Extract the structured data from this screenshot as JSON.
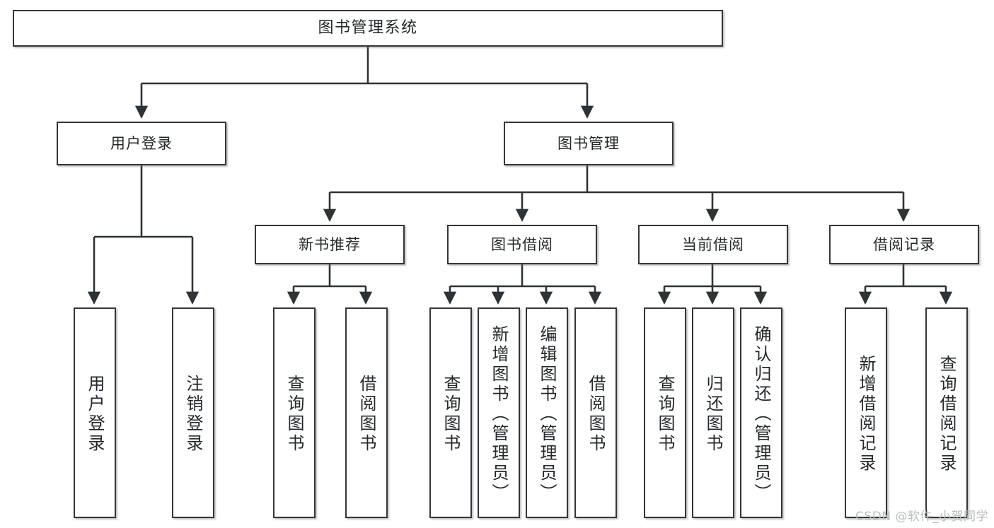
{
  "diagram": {
    "title": "图书管理系统",
    "watermark": "CSDN @软件_小贺同学",
    "colors": {
      "box_border": "#33373b",
      "box_fill": "#ffffff",
      "edge": "#2f3336",
      "text": "#24282c",
      "watermark": "#b9bcc0",
      "background": "#ffffff"
    },
    "levels": {
      "root": "图书管理系统",
      "level2": [
        "用户登录",
        "图书管理"
      ],
      "level3": [
        "新书推荐",
        "图书借阅",
        "当前借阅",
        "借阅记录"
      ]
    },
    "nodes": {
      "root": {
        "label": "图书管理系统"
      },
      "user_login": {
        "label": "用户登录"
      },
      "book_manage": {
        "label": "图书管理"
      },
      "new_book_rec": {
        "label": "新书推荐"
      },
      "book_borrow": {
        "label": "图书借阅"
      },
      "current_borrow": {
        "label": "当前借阅"
      },
      "borrow_record": {
        "label": "借阅记录"
      },
      "leaf_user_login": {
        "label": "用户登录"
      },
      "leaf_logout": {
        "label": "注销登录"
      },
      "leaf_query_book_1": {
        "label": "查询图书"
      },
      "leaf_borrow_book_1": {
        "label": "借阅图书"
      },
      "leaf_query_book_2": {
        "label": "查询图书"
      },
      "leaf_add_book": {
        "label": "新增图书（管理员）"
      },
      "leaf_edit_book": {
        "label": "编辑图书（管理员）"
      },
      "leaf_borrow_book_2": {
        "label": "借阅图书"
      },
      "leaf_query_book_3": {
        "label": "查询图书"
      },
      "leaf_return_book": {
        "label": "归还图书"
      },
      "leaf_confirm_return": {
        "label": "确认归还（管理员）"
      },
      "leaf_add_record": {
        "label": "新增借阅记录"
      },
      "leaf_query_record": {
        "label": "查询借阅记录"
      }
    },
    "tree": {
      "name": "图书管理系统",
      "children": [
        {
          "name": "用户登录",
          "children": [
            {
              "name": "用户登录"
            },
            {
              "name": "注销登录"
            }
          ]
        },
        {
          "name": "图书管理",
          "children": [
            {
              "name": "新书推荐",
              "children": [
                {
                  "name": "查询图书"
                },
                {
                  "name": "借阅图书"
                }
              ]
            },
            {
              "name": "图书借阅",
              "children": [
                {
                  "name": "查询图书"
                },
                {
                  "name": "新增图书（管理员）"
                },
                {
                  "name": "编辑图书（管理员）"
                },
                {
                  "name": "借阅图书"
                }
              ]
            },
            {
              "name": "当前借阅",
              "children": [
                {
                  "name": "查询图书"
                },
                {
                  "name": "归还图书"
                },
                {
                  "name": "确认归还（管理员）"
                }
              ]
            },
            {
              "name": "借阅记录",
              "children": [
                {
                  "name": "新增借阅记录"
                },
                {
                  "name": "查询借阅记录"
                }
              ]
            }
          ]
        }
      ]
    }
  }
}
